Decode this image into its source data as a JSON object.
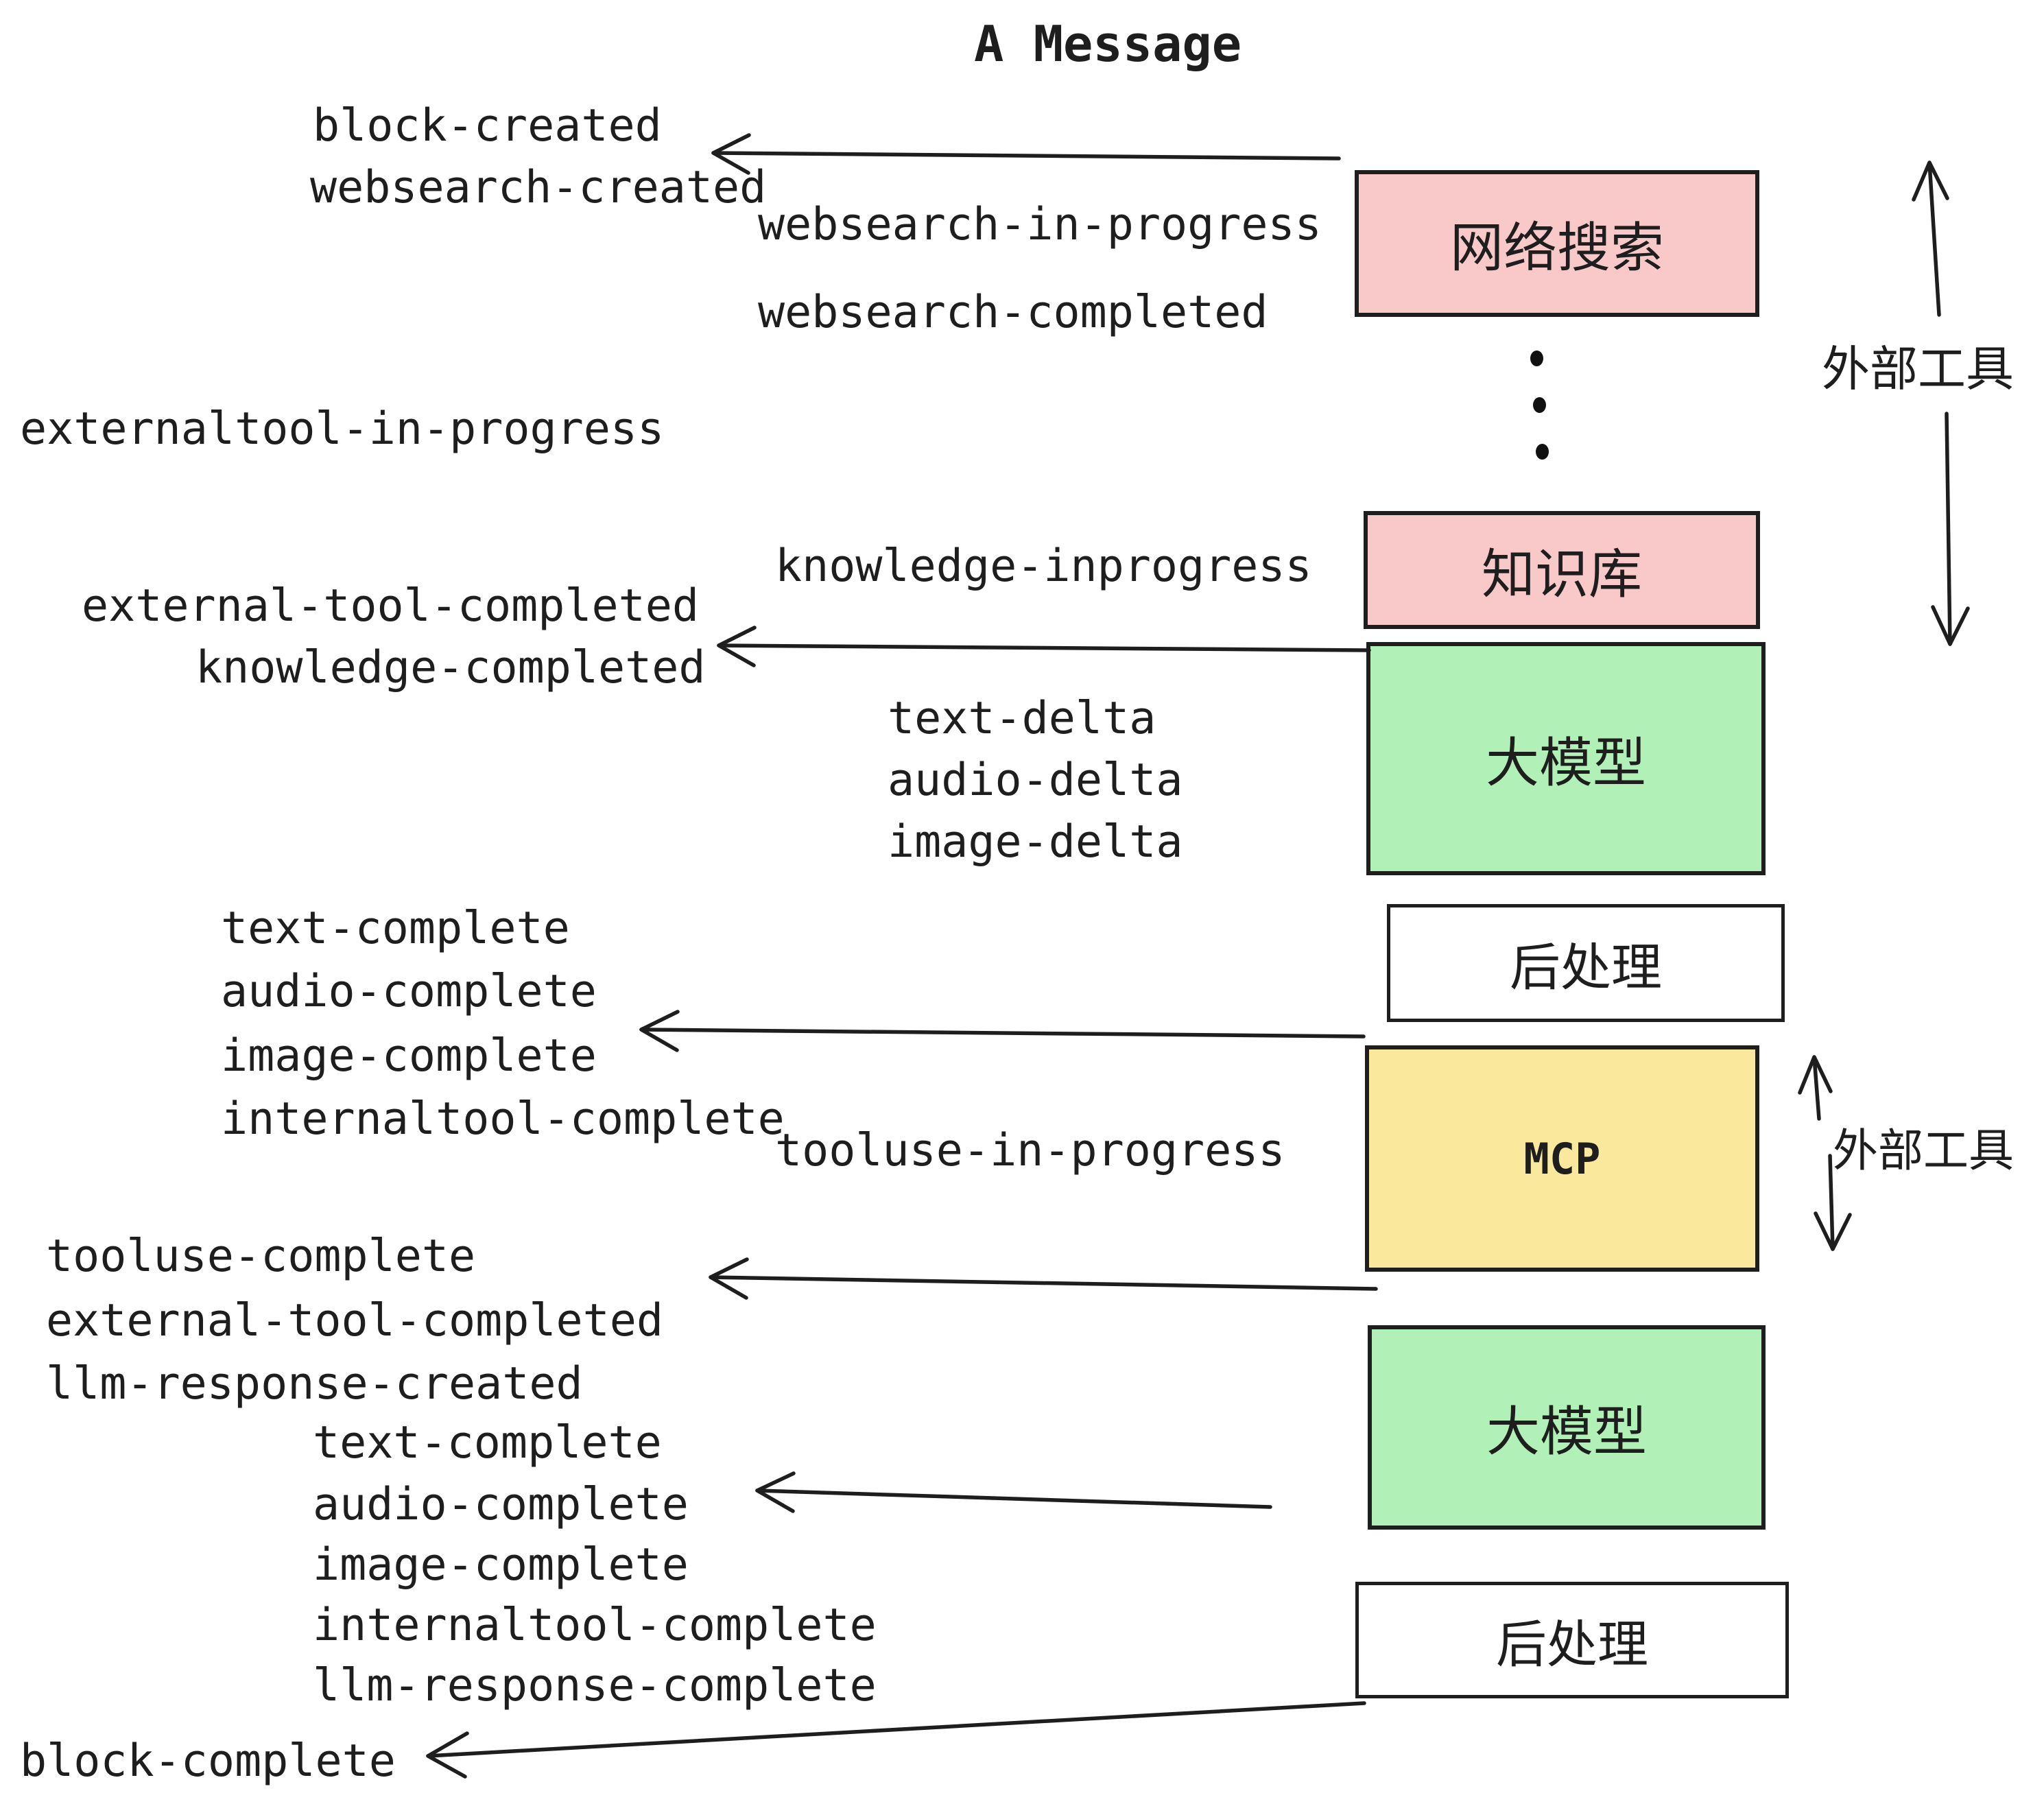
{
  "title": "A Message",
  "colors": {
    "pink": "#f9c9c9",
    "green": "#b1f0b7",
    "yellow": "#fae99c",
    "white": "#ffffff",
    "box_border": "#1e1e1e",
    "text": "#1e1e1e"
  },
  "boxes": [
    {
      "id": "websearch",
      "label": "网络搜索",
      "color": "pink"
    },
    {
      "id": "knowledge",
      "label": "知识库",
      "color": "pink"
    },
    {
      "id": "llm1",
      "label": "大模型",
      "color": "green"
    },
    {
      "id": "post1",
      "label": "后处理",
      "color": "white"
    },
    {
      "id": "mcp",
      "label": "MCP",
      "color": "yellow"
    },
    {
      "id": "llm2",
      "label": "大模型",
      "color": "green"
    },
    {
      "id": "post2",
      "label": "后处理",
      "color": "white"
    }
  ],
  "events": {
    "block_created": "block-created",
    "websearch_created": "websearch-created",
    "websearch_in_progress": "websearch-in-progress",
    "websearch_completed": "websearch-completed",
    "externaltool_in_progress": "externaltool-in-progress",
    "knowledge_inprogress": "knowledge-inprogress",
    "external_tool_completed": "external-tool-completed",
    "knowledge_completed": "knowledge-completed",
    "text_delta": "text-delta",
    "audio_delta": "audio-delta",
    "image_delta": "image-delta",
    "text_complete": "text-complete",
    "audio_complete": "audio-complete",
    "image_complete": "image-complete",
    "internaltool_complete": "internaltool-complete",
    "tooluse_in_progress": "tooluse-in-progress",
    "tooluse_complete": "tooluse-complete",
    "external_tool_completed2": "external-tool-completed",
    "llm_response_created": "llm-response-created",
    "text_complete2": "text-complete",
    "audio_complete2": "audio-complete",
    "image_complete2": "image-complete",
    "internaltool_complete2": "internaltool-complete",
    "llm_response_complete": "llm-response-complete",
    "block_complete": "block-complete"
  },
  "side_labels": {
    "external_tools_top": "外部工具",
    "external_tools_mcp": "外部工具"
  }
}
